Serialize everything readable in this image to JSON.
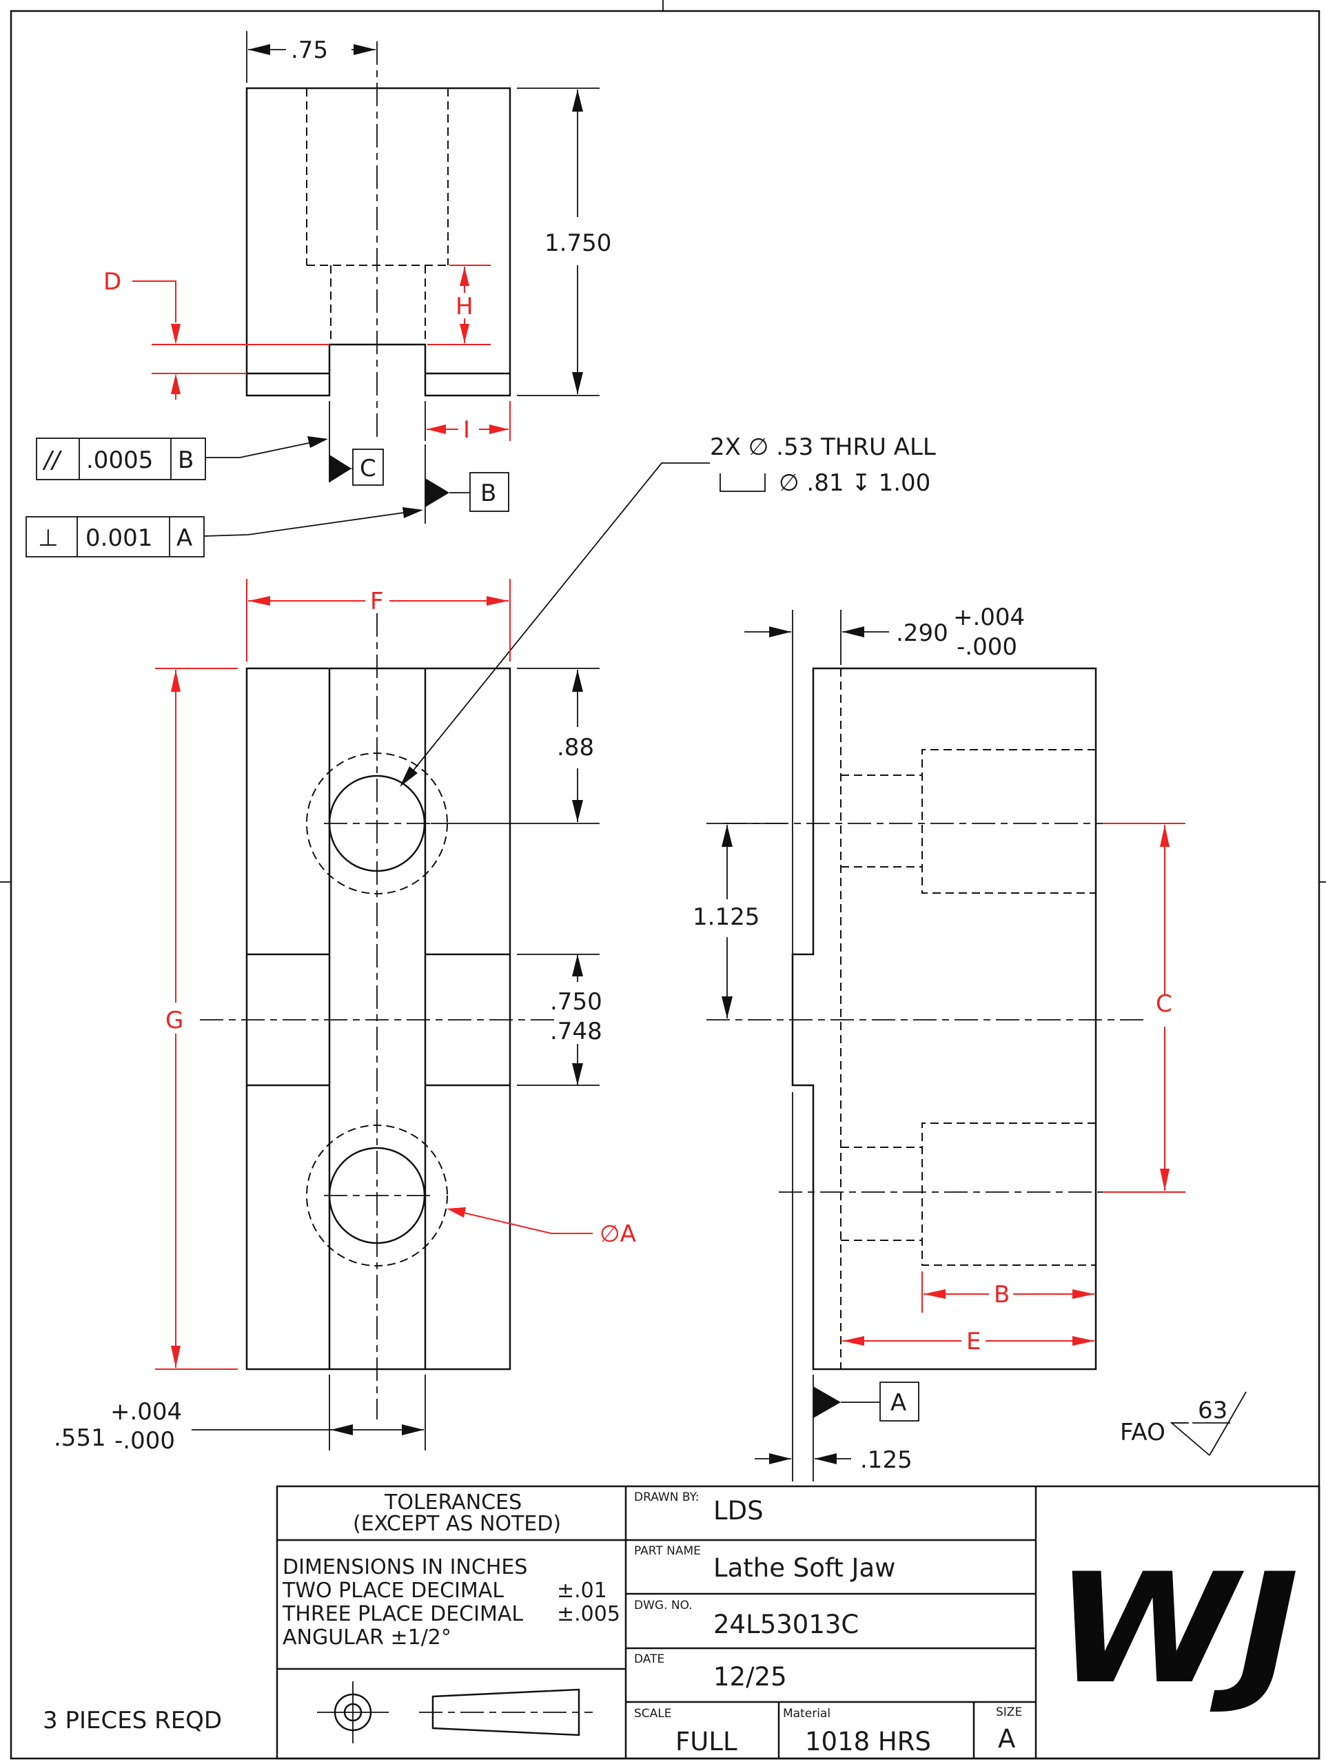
{
  "top_view": {
    "dim_width": ".75",
    "dim_height": "1.750",
    "label_d": "D",
    "label_h": "H",
    "label_i": "I",
    "datum_c": "C",
    "datum_b": "B",
    "fcf_parallel": {
      "symbol": "//",
      "tolerance": ".0005",
      "datum": "B"
    },
    "fcf_perpendicular": {
      "symbol": "⊥",
      "tolerance": "0.001",
      "datum": "A"
    }
  },
  "hole_callout": {
    "line1": "2X  ∅  .53 THRU ALL",
    "line2": "∅  .81  ↧  1.00"
  },
  "front_view": {
    "label_f": "F",
    "label_g": "G",
    "dim_top_offset": ".88",
    "dim_slot_upper": ".750",
    "dim_slot_lower": ".748",
    "hole_label": "∅A",
    "dim_slot_width": ".551",
    "dim_slot_width_plus": "+.004",
    "dim_slot_width_minus": "-.000"
  },
  "side_view": {
    "dim_step": ".290",
    "dim_step_plus": "+.004",
    "dim_step_minus": "-.000",
    "dim_spacing": "1.125",
    "label_c": "C",
    "label_b": "B",
    "label_e": "E",
    "datum_a": "A",
    "dim_flange": ".125"
  },
  "surface_finish": {
    "label": "FAO",
    "value": "63"
  },
  "pieces_note": "3 PIECES REQD",
  "title_block": {
    "tolerances_title_1": "TOLERANCES",
    "tolerances_title_2": "(EXCEPT AS NOTED)",
    "tol_line1": "DIMENSIONS IN INCHES",
    "tol_line2": "TWO PLACE DECIMAL",
    "tol_line2_val": "±.01",
    "tol_line3": "THREE PLACE DECIMAL",
    "tol_line3_val": "±.005",
    "tol_line4": "ANGULAR ±1/2°",
    "drawn_by_label": "DRAWN BY:",
    "drawn_by": "LDS",
    "part_name_label": "PART NAME",
    "part_name": "Lathe Soft Jaw",
    "dwg_no_label": "DWG. NO.",
    "dwg_no": "24L53013C",
    "date_label": "DATE",
    "date": "12/25",
    "scale_label": "SCALE",
    "scale": "FULL",
    "material_label": "Material",
    "material": "1018 HRS",
    "size_label": "SIZE",
    "size": "A",
    "logo_text": "WJ"
  },
  "colors": {
    "line": "#111111",
    "dimension_red": "#ee2222"
  }
}
